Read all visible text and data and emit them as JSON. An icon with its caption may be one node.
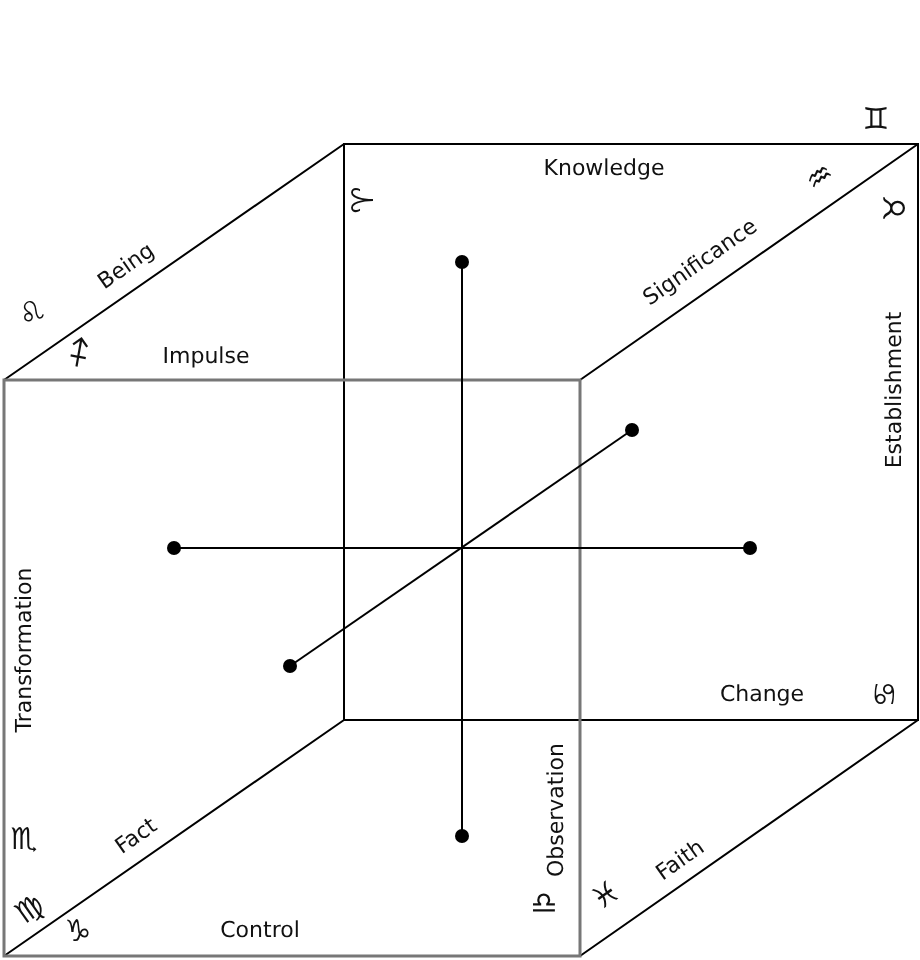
{
  "diagram": {
    "labels": [
      "♊",
      "Knowledge",
      "♒",
      "♈",
      "♉",
      "Significance",
      "Being",
      "♌",
      "♐",
      "Impulse",
      "Establishment",
      "Transformation",
      "Change",
      "♋",
      "Observation",
      "Fact",
      "Faith",
      "♏",
      "♎",
      "♓",
      "♍",
      "♑",
      "Control"
    ]
  }
}
